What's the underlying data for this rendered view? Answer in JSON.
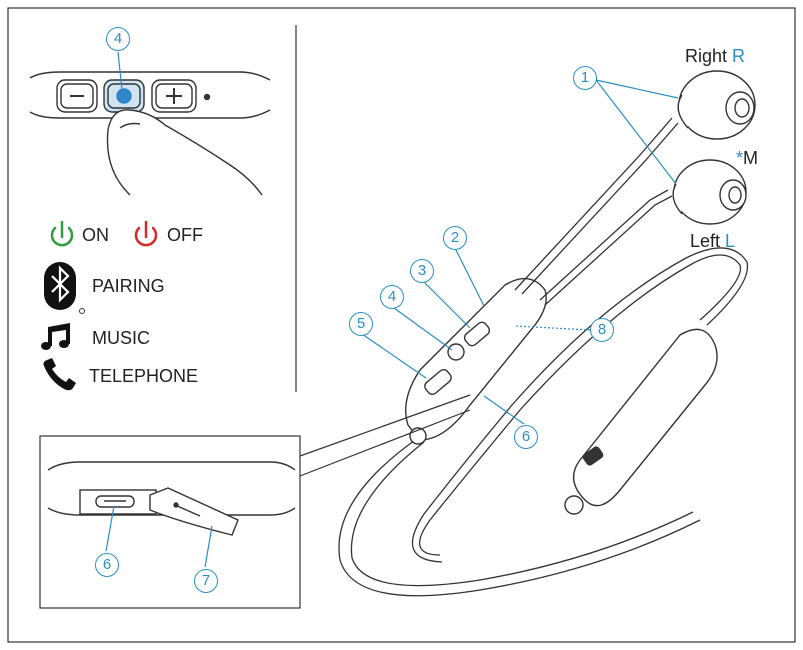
{
  "legend": {
    "on": "ON",
    "off": "OFF",
    "pairing": "PAIRING",
    "music": "MUSIC",
    "telephone": "TELEPHONE"
  },
  "earbuds": {
    "right_word": "Right",
    "right_letter": "R",
    "left_word": "Left",
    "left_letter": "L",
    "mic_star": "*",
    "mic_letter": "M"
  },
  "callouts": {
    "c1": "1",
    "c2": "2",
    "c3": "3",
    "c4_top": "4",
    "c4": "4",
    "c5": "5",
    "c6": "6",
    "c6_inset": "6",
    "c7": "7",
    "c8": "8"
  },
  "colors": {
    "accent": "#2a8fc4",
    "on_green": "#2e9e3e",
    "off_red": "#d42a2a",
    "button_blue": "#2f86c8"
  }
}
